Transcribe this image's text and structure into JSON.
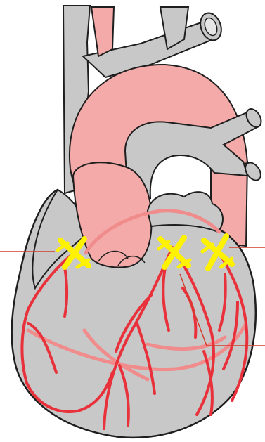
{
  "figure": {
    "subject": "heart-anterior-view",
    "colors": {
      "heart_fill": "#c8c8c8",
      "outline": "#1e1e1e",
      "aorta_fill": "#f4aaa8",
      "artery_red": "#e8313a",
      "artery_pale": "#f08c8c",
      "marker_yellow": "#fff200",
      "leader_red": "#d43b2c"
    },
    "markers": [
      {
        "id": "right-coronary-origin",
        "symbol": "yellow-x-mark"
      },
      {
        "id": "left-anterior-descending-origin",
        "symbol": "yellow-x-mark"
      },
      {
        "id": "circumflex-origin",
        "symbol": "yellow-x-mark"
      }
    ],
    "leaders": [
      {
        "id": "left-leader",
        "target": "right-coronary-origin"
      },
      {
        "id": "right-upper-leader",
        "target": "circumflex-origin"
      },
      {
        "id": "right-lower-leader",
        "target": "left-anterior-descending-origin"
      }
    ]
  }
}
